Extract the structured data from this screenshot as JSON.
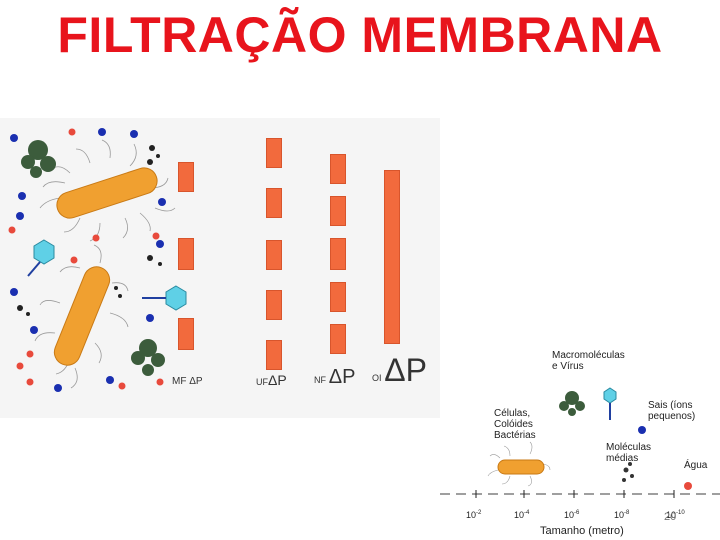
{
  "title": "FILTRAÇÃO MEMBRANA",
  "membranes": {
    "mf": "MF ΔP",
    "uf_prefix": "UF",
    "uf_dp": "ΔP",
    "nf_prefix": "NF",
    "nf_dp": "ΔP",
    "oi_prefix": "OI",
    "oi_dp": "ΔP"
  },
  "scale": {
    "macromoleculas": "Macromoléculas\ne Vírus",
    "celulas": "Células,\nColóides\nBactérias",
    "sais": "Sais (íons\npequenos)",
    "moleculas": "Moléculas\nmédias",
    "agua": "Água",
    "axis_label": "Tamanho (metro)",
    "ticks": [
      "10",
      "10",
      "10",
      "10",
      "10"
    ],
    "exponents": [
      "-2",
      "-4",
      "-6",
      "-8",
      "-10"
    ],
    "page_number": "20"
  },
  "colors": {
    "title": "#e8141c",
    "membrane": "#f26a3d",
    "bacteria": "#f0a030"
  }
}
